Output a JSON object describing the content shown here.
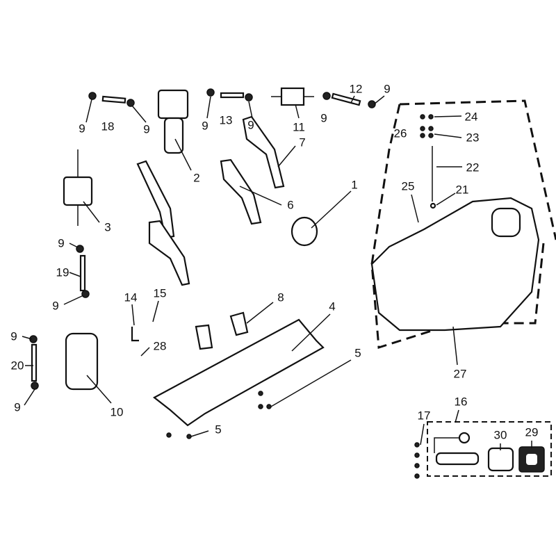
{
  "title": "Fuel system exploded parts diagram",
  "callouts": [
    "9",
    "18",
    "9",
    "2",
    "9",
    "13",
    "9",
    "11",
    "9",
    "12",
    "9",
    "24",
    "26",
    "23",
    "7",
    "22",
    "1",
    "21",
    "25",
    "3",
    "6",
    "9",
    "19",
    "9",
    "14",
    "15",
    "8",
    "4",
    "9",
    "20",
    "28",
    "5",
    "27",
    "9",
    "10",
    "16",
    "17",
    "30",
    "29",
    "5"
  ]
}
